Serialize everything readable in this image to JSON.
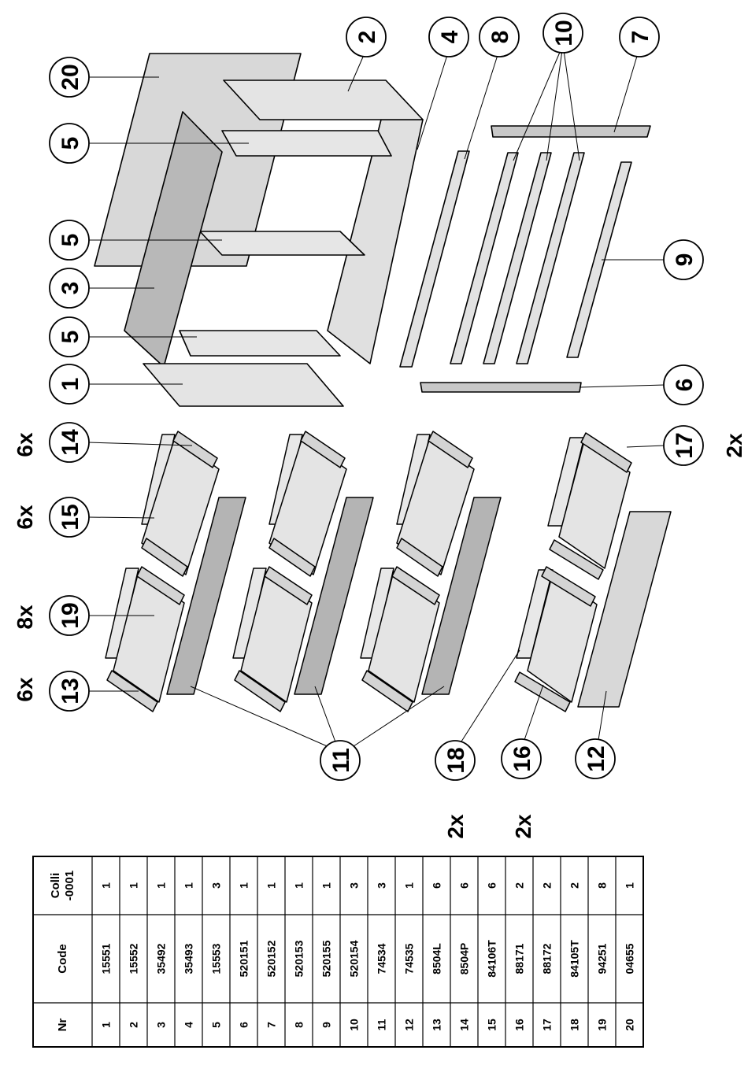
{
  "callouts": {
    "c20": "20",
    "c2": "2",
    "c4": "4",
    "c8": "8",
    "c10": "10",
    "c7": "7",
    "c5a": "5",
    "c5b": "5",
    "c5c": "5",
    "c3": "3",
    "c1": "1",
    "c9": "9",
    "c6": "6",
    "c14": "14",
    "c15": "15",
    "c19": "19",
    "c13": "13",
    "c17": "17",
    "c11": "11",
    "c18": "18",
    "c16": "16",
    "c12": "12"
  },
  "quantities": {
    "q14": "6x",
    "q15": "6x",
    "q19": "8x",
    "q13": "6x",
    "q17": "2x",
    "q18": "2x",
    "q16": "2x"
  },
  "table": {
    "headers": {
      "nr": "Nr",
      "code": "Code",
      "colli": [
        "Colli",
        "-0001"
      ]
    },
    "rows": [
      {
        "nr": "1",
        "code": "15551",
        "colli": "1"
      },
      {
        "nr": "2",
        "code": "15552",
        "colli": "1"
      },
      {
        "nr": "3",
        "code": "35492",
        "colli": "1"
      },
      {
        "nr": "4",
        "code": "35493",
        "colli": "1"
      },
      {
        "nr": "5",
        "code": "15553",
        "colli": "3"
      },
      {
        "nr": "6",
        "code": "520151",
        "colli": "1"
      },
      {
        "nr": "7",
        "code": "520152",
        "colli": "1"
      },
      {
        "nr": "8",
        "code": "520153",
        "colli": "1"
      },
      {
        "nr": "9",
        "code": "520155",
        "colli": "1"
      },
      {
        "nr": "10",
        "code": "520154",
        "colli": "3"
      },
      {
        "nr": "11",
        "code": "74534",
        "colli": "3"
      },
      {
        "nr": "12",
        "code": "74535",
        "colli": "1"
      },
      {
        "nr": "13",
        "code": "8504L",
        "colli": "6"
      },
      {
        "nr": "14",
        "code": "8504P",
        "colli": "6"
      },
      {
        "nr": "15",
        "code": "84106T",
        "colli": "6"
      },
      {
        "nr": "16",
        "code": "88171",
        "colli": "2"
      },
      {
        "nr": "17",
        "code": "88172",
        "colli": "2"
      },
      {
        "nr": "18",
        "code": "84105T",
        "colli": "2"
      },
      {
        "nr": "19",
        "code": "94251",
        "colli": "8"
      },
      {
        "nr": "20",
        "code": "04655",
        "colli": "1"
      }
    ]
  }
}
